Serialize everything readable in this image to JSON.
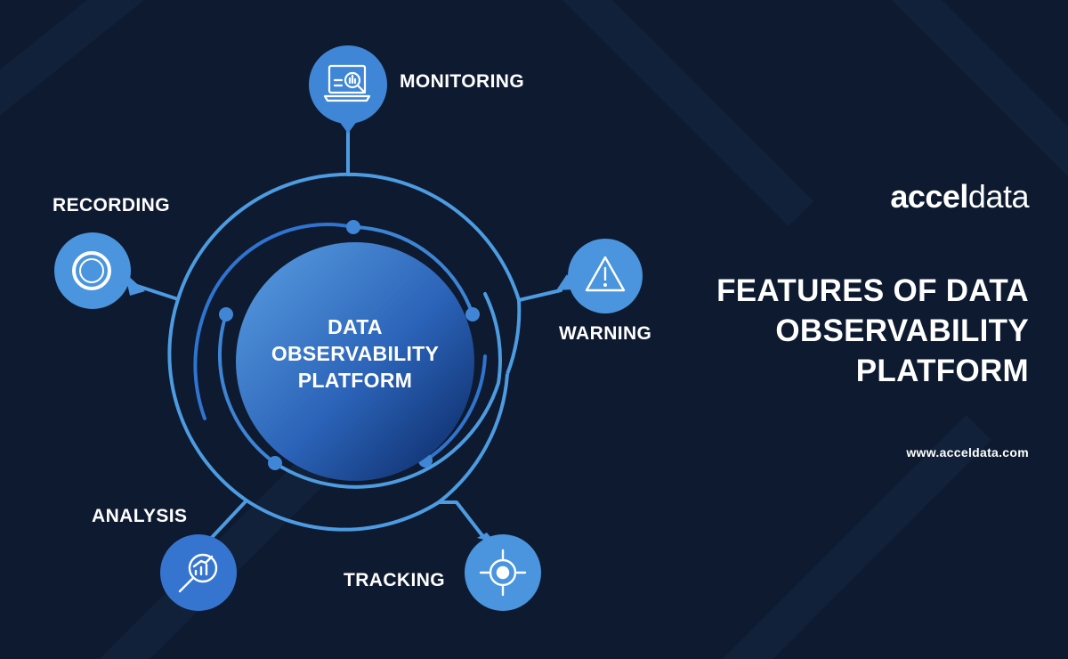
{
  "diagram": {
    "center": {
      "lines": [
        "DATA",
        "OBSERVABILITY",
        "PLATFORM"
      ]
    },
    "nodes": [
      {
        "id": "monitoring",
        "label": "MONITORING",
        "icon": "monitoring-icon"
      },
      {
        "id": "warning",
        "label": "WARNING",
        "icon": "warning-icon"
      },
      {
        "id": "tracking",
        "label": "TRACKING",
        "icon": "target-icon"
      },
      {
        "id": "analysis",
        "label": "ANALYSIS",
        "icon": "analysis-icon"
      },
      {
        "id": "recording",
        "label": "RECORDING",
        "icon": "record-icon"
      }
    ]
  },
  "brand": {
    "part1": "accel",
    "part2": "data"
  },
  "headline": {
    "lines": [
      "FEATURES OF DATA",
      "OBSERVABILITY",
      "PLATFORM"
    ]
  },
  "website": "www.acceldata.com",
  "colors": {
    "background": "#0d1a30",
    "ring_light": "#4d9be0",
    "ring_dark": "#2a6fcf",
    "node_light": "#4a95dd",
    "node_dark": "#2f6fc9",
    "center_gradient": [
      "#4f95dc",
      "#0a2a6d"
    ]
  }
}
